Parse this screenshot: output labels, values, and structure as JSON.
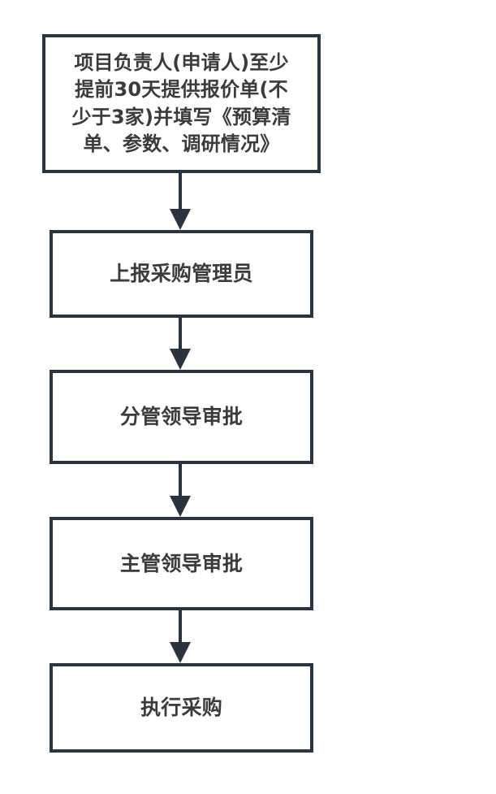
{
  "diagram": {
    "type": "flowchart",
    "orientation": "vertical-top-to-bottom",
    "background_color": "#ffffff",
    "node_border_color": "#2b333f",
    "node_fill_color": "#ffffff",
    "text_color": "#3b3b3b",
    "connector_color": "#2b333f",
    "nodes": [
      {
        "id": "node-1",
        "label": "项目负责人(申请人)至少\n提前30天提供报价单(不\n少于3家)并填写《预算清\n单、参数、调研情况》",
        "shape": "rectangle"
      },
      {
        "id": "node-2",
        "label": "上报采购管理员",
        "shape": "rectangle"
      },
      {
        "id": "node-3",
        "label": "分管领导审批",
        "shape": "rectangle"
      },
      {
        "id": "node-4",
        "label": "主管领导审批",
        "shape": "rectangle"
      },
      {
        "id": "node-5",
        "label": "执行采购",
        "shape": "rectangle"
      }
    ],
    "edges": [
      {
        "id": "conn-1",
        "from": "node-1",
        "to": "node-2",
        "arrow": "down",
        "label": ""
      },
      {
        "id": "conn-2",
        "from": "node-2",
        "to": "node-3",
        "arrow": "down",
        "label": ""
      },
      {
        "id": "conn-3",
        "from": "node-3",
        "to": "node-4",
        "arrow": "down",
        "label": ""
      },
      {
        "id": "conn-4",
        "from": "node-4",
        "to": "node-5",
        "arrow": "down",
        "label": ""
      }
    ]
  }
}
